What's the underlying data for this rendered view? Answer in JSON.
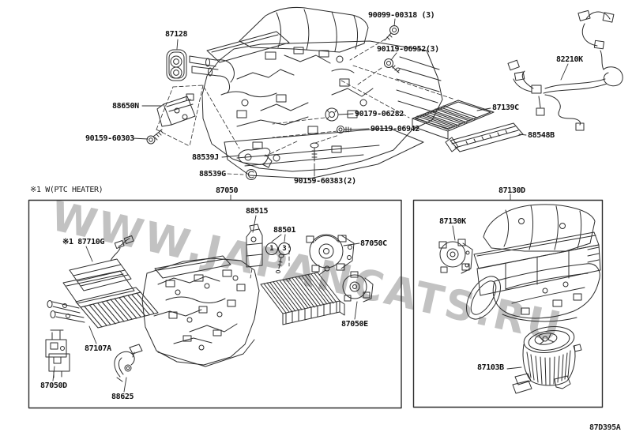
{
  "figure": {
    "watermark": "WWW.JAPANCATS.RU",
    "diagram_code": "87D395A",
    "note_variant": "※1 W(PTC HEATER)",
    "colors": {
      "line": "#2d2d2d",
      "label_text": "#101010",
      "watermark": "#c2c2c2",
      "box_border": "#2d2d2d",
      "background": "#ffffff"
    }
  },
  "labels": {
    "p87128": "87128",
    "p90099_00318": "90099-00318 (3)",
    "p90119_06952": "90119-06952(3)",
    "p82210K": "82210K",
    "p88650N": "88650N",
    "p90159_60303": "90159-60303",
    "p87139C": "87139C",
    "p88548B": "88548B",
    "p90179_06282": "90179-06282",
    "p90119_06942": "90119-06942",
    "p88539J": "88539J",
    "p88539G": "88539G",
    "p90159_60383": "90159-60383(2)",
    "p87050": "87050",
    "p87710G": "※1 87710G",
    "p88515": "88515",
    "p88501": "88501",
    "p87050C": "87050C",
    "p87050E": "87050E",
    "p87107A": "87107A",
    "p87050D": "87050D",
    "p88625": "88625",
    "p87130D": "87130D",
    "p87130K": "87130K",
    "p87103B": "87103B"
  },
  "callouts": {
    "circled_1": "1",
    "circled_3": "3"
  }
}
